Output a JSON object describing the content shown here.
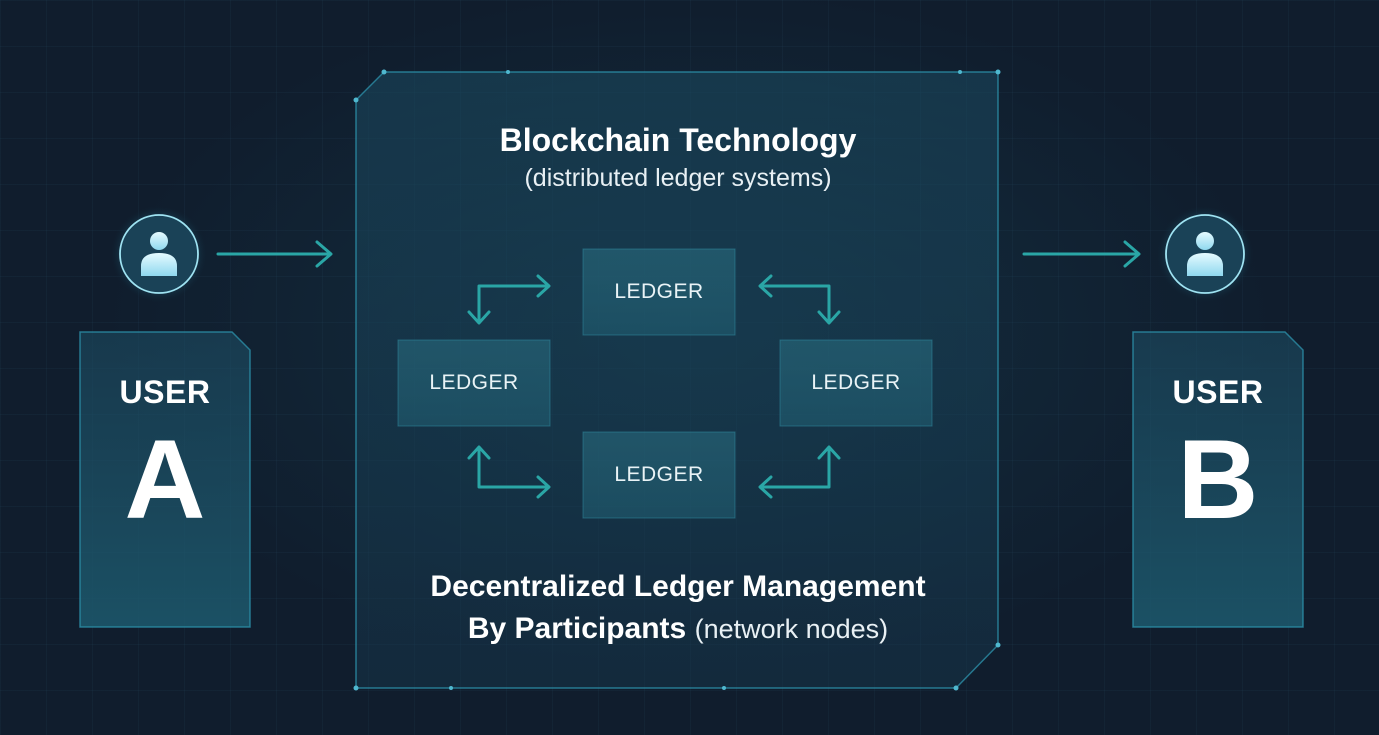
{
  "user_a": {
    "label": "USER",
    "letter": "A"
  },
  "user_b": {
    "label": "USER",
    "letter": "B"
  },
  "panel": {
    "title": "Blockchain Technology",
    "subtitle": "(distributed ledger systems)",
    "footer_line1": "Decentralized Ledger Management",
    "footer_line2_bold": "By Participants",
    "footer_line2_light": "(network nodes)"
  },
  "ledgers": {
    "top": "LEDGER",
    "left": "LEDGER",
    "right": "LEDGER",
    "bottom": "LEDGER"
  },
  "icons": {
    "user_avatar": "user-avatar-icon",
    "flow_arrow": "arrow-right-icon",
    "exchange_arrow": "bidirectional-elbow-arrow-icon"
  },
  "colors": {
    "background": "#101d2d",
    "accent": "#2aa6a6",
    "panel_border": "#2c8fa8",
    "text": "#ffffff"
  }
}
